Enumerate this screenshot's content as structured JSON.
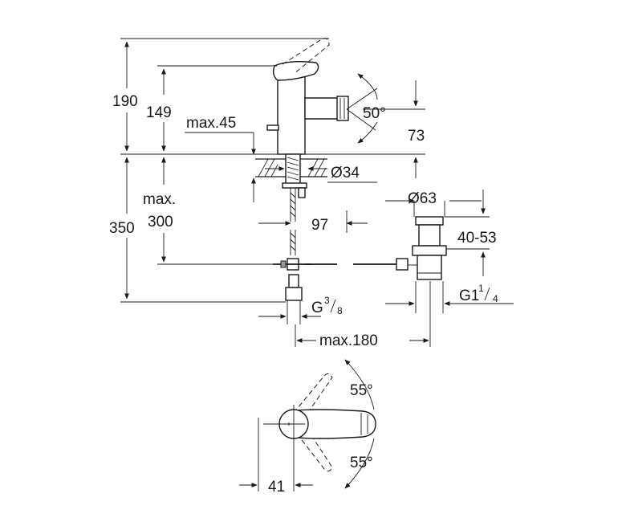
{
  "dimensions": {
    "height_total": "190",
    "height_spout": "149",
    "max_thickness": "max.45",
    "swivel_angle": "50°",
    "spout_reach_vertical": "73",
    "mount_hole": "Ø34",
    "max_depth_label_1": "max.",
    "max_depth_label_2": "300",
    "below_deck": "350",
    "pipe_offset": "97",
    "waste_diameter": "Ø63",
    "waste_height": "40-53",
    "connection_g": "G",
    "connection_g_sup": "3",
    "connection_g_sub": "8",
    "waste_thread": "G1",
    "waste_thread_sup": "1",
    "waste_thread_sub": "4",
    "max_reach": "max.180",
    "lever_angle_up": "55°",
    "lever_angle_down": "55°",
    "lever_offset": "41"
  }
}
